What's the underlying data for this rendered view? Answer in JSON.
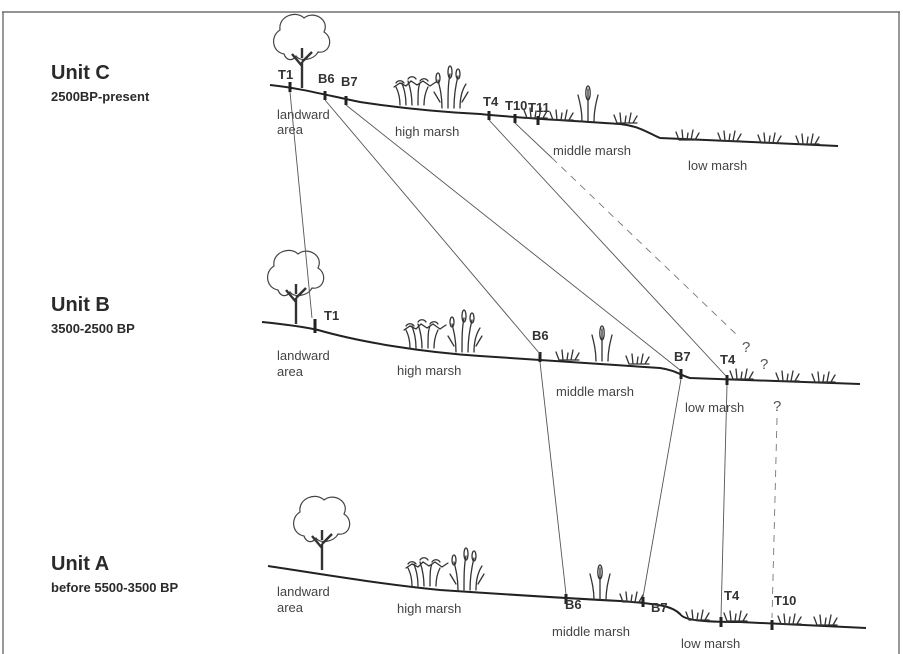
{
  "figure": {
    "units": [
      {
        "title": "Unit C",
        "subtitle": "2500BP-present"
      },
      {
        "title": "Unit B",
        "subtitle": "3500-2500 BP"
      },
      {
        "title": "Unit A",
        "subtitle": "before 5500-3500 BP"
      }
    ],
    "unit_c": {
      "zones": {
        "landward_line1": "landward",
        "landward_line2": "area",
        "high_marsh": "high marsh",
        "middle_marsh": "middle marsh",
        "low_marsh": "low marsh"
      },
      "cores": [
        "T1",
        "B6",
        "B7",
        "T4",
        "T10",
        "T11"
      ]
    },
    "unit_b": {
      "zones": {
        "landward_line1": "landward",
        "landward_line2": "area",
        "high_marsh": "high marsh",
        "middle_marsh": "middle marsh",
        "low_marsh": "low marsh"
      },
      "cores": [
        "T1",
        "B6",
        "B7",
        "T4"
      ],
      "question_marks": [
        "?",
        "?",
        "?"
      ]
    },
    "unit_a": {
      "zones": {
        "landward_line1": "landward",
        "landward_line2": "area",
        "high_marsh": "high marsh",
        "middle_marsh": "middle marsh",
        "low_marsh": "low marsh"
      },
      "cores": [
        "B6",
        "B7",
        "T4",
        "T10"
      ]
    }
  }
}
